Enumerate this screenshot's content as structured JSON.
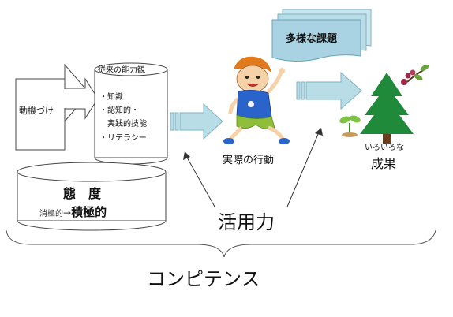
{
  "motivation": {
    "label": "動機づけ"
  },
  "conventional_ability": {
    "title": "従来の能力観",
    "items": [
      "・知識",
      "・認知的・",
      "実践的技能",
      "・リテラシー"
    ]
  },
  "attitude": {
    "title": "態　度",
    "from": "消極的",
    "arrow": "→",
    "to": "積極的"
  },
  "tasks": {
    "label": "多様な課題"
  },
  "action": {
    "label": "実際の行動"
  },
  "results": {
    "line1": "いろいろな",
    "line2": "成果"
  },
  "application": {
    "label": "活用力"
  },
  "competence": {
    "label": "コンピテンス"
  },
  "colors": {
    "arrow_fill": "#b9dde6",
    "arrow_stroke": "#7fb3c4",
    "card_fill": "#a9d3e2",
    "tree_green": "#1f8a3a",
    "outline": "#333333"
  },
  "icons": [
    "boy-illustration",
    "pine-tree-icon",
    "sprout-icon",
    "flowering-branch-icon"
  ]
}
